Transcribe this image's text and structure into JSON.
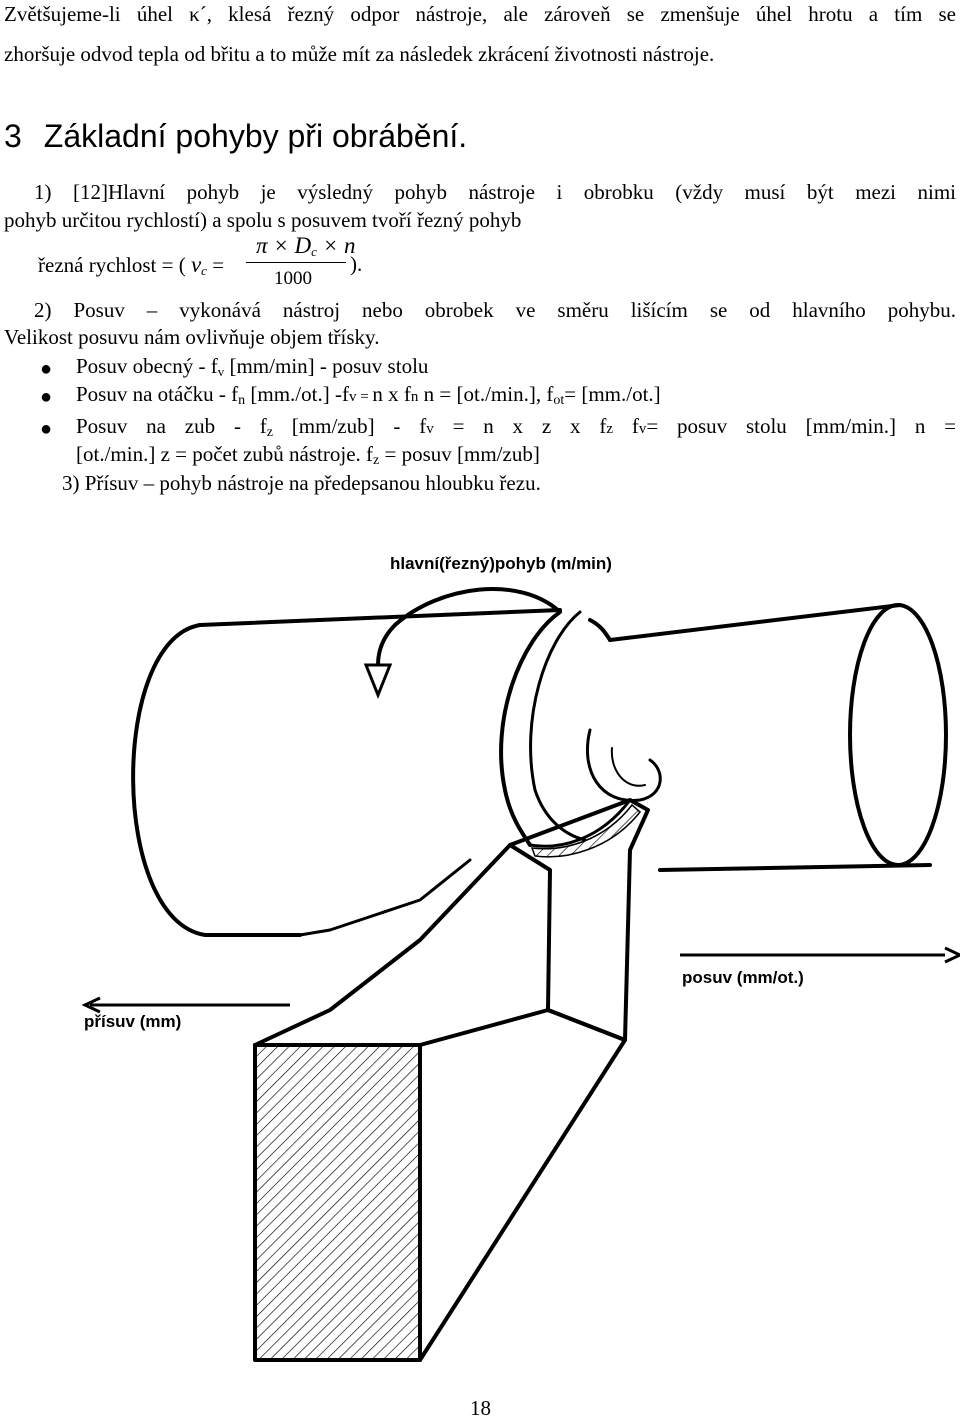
{
  "intro": {
    "line1": "Zvětšujeme-li úhel κ´, klesá řezný odpor nástroje, ale zároveň se zmenšuje úhel hrotu a tím se",
    "line2": "zhoršuje odvod tepla od břitu a to může mít za následek zkrácení životnosti nástroje."
  },
  "heading": {
    "number": "3",
    "title": "Základní pohyby při obrábění."
  },
  "item1": {
    "line1": "1)  [12]Hlavní pohyb je výsledný pohyb nástroje i obrobku (vždy musí být mezi nimi",
    "line2": "pohyb určitou rychlostí) a spolu s posuvem tvoří řezný pohyb"
  },
  "formula": {
    "label": "řezná rychlost = (",
    "var": "v",
    "var_sub": "c",
    "eq": "=",
    "numerator": "π × D",
    "num_sub": "c",
    "numerator_tail": "× n",
    "denominator": "1000",
    "close": ")."
  },
  "item2": {
    "line1": "2)  Posuv – vykonává nástroj nebo obrobek ve směru lišícím se od hlavního pohybu.",
    "line2": "Velikost posuvu nám ovlivňuje objem třísky."
  },
  "bullets": [
    {
      "text": "Posuv obecný - f",
      "sub": "v",
      "tail": " [mm/min] - posuv stolu"
    },
    {
      "text": "Posuv na otáčku - f",
      "sub": "n",
      "tail": " [mm./ot.]  -f",
      "sub2": "v = ",
      "tail2": "n x f",
      "sub3": "n",
      "tail3": "  n = [ot./min.], f",
      "sub4": "ot",
      "tail4": "= [mm./ot.]"
    },
    {
      "text": "Posuv na zub - f",
      "sub": "z",
      "tail": " [mm/zub] -     f",
      "sub2": "v",
      "tail2": " = n x z x f",
      "sub3": "z",
      "tail3": "           f",
      "sub4": "v",
      "tail4": "= posuv stolu [mm/min.] n ="
    }
  ],
  "bullet3_cont": "[ot./min.] z = počet zubů nástroje. f",
  "bullet3_cont_sub": "z",
  "bullet3_cont_tail": " = posuv  [mm/zub]",
  "item3": "3)  Přísuv – pohyb nástroje na předepsanou hloubku řezu.",
  "diagram": {
    "label_main": "hlavní(řezný)pohyb  (m/min)",
    "label_feed": "posuv (mm/ot.)",
    "label_infeed": "přísuv (mm)"
  },
  "page_number": "18"
}
